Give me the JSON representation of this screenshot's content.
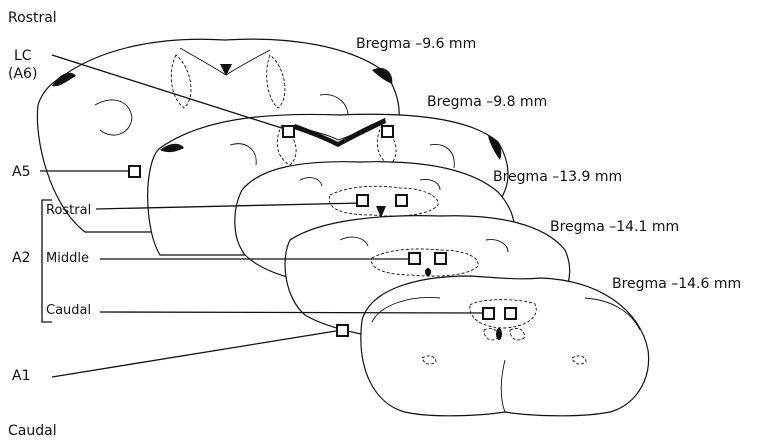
{
  "labels": {
    "rostral_top": "Rostral",
    "caudal_bottom": "Caudal",
    "lc": "LC",
    "a6": "(A6)",
    "a5": "A5",
    "a2": "A2",
    "a1": "A1",
    "a2_rostral": "Rostral",
    "a2_middle": "Middle",
    "a2_caudal": "Caudal"
  },
  "sections": [
    {
      "bregma": "Bregma –9.6 mm"
    },
    {
      "bregma": "Bregma –9.8 mm"
    },
    {
      "bregma": "Bregma –13.9 mm"
    },
    {
      "bregma": "Bregma –14.1 mm"
    },
    {
      "bregma": "Bregma –14.6 mm"
    }
  ]
}
